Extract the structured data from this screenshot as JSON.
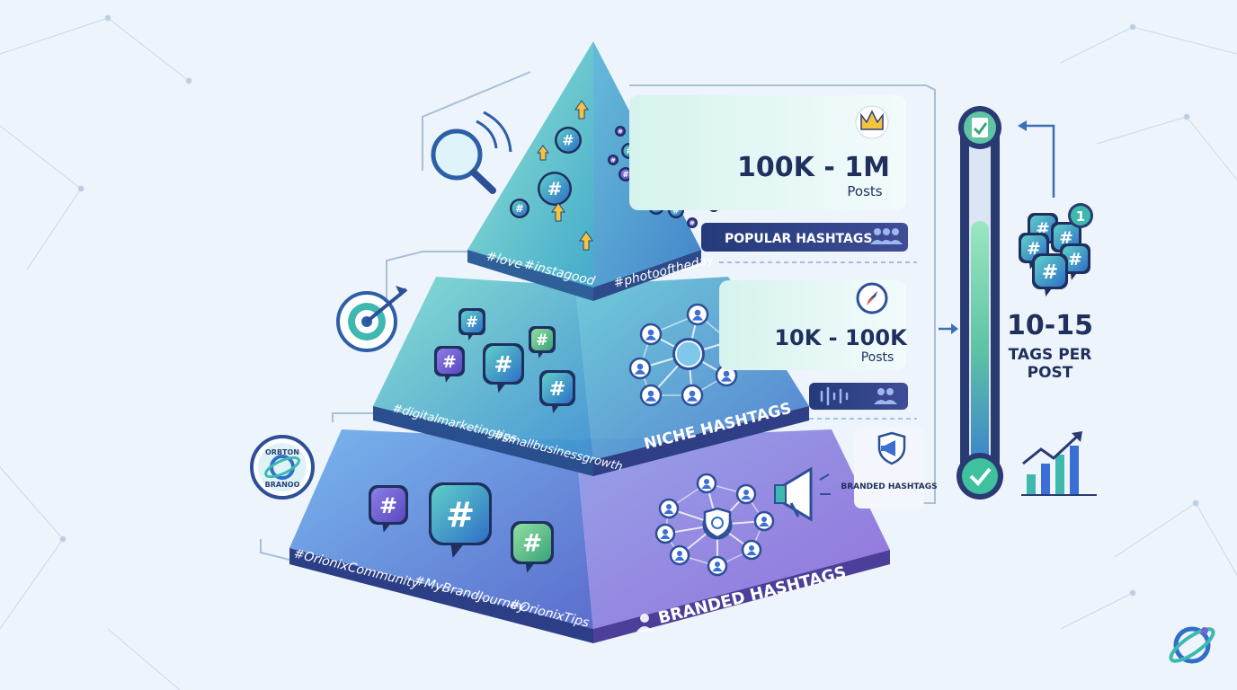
{
  "tiers": [
    {
      "name": "POPULAR HASHTAGS",
      "tags": [
        "#love",
        "#instagood",
        "#photooftheday"
      ],
      "range": "100K - 1M",
      "unit": "Posts",
      "icon": "crown-icon"
    },
    {
      "name": "NICHE HASHTAGS",
      "tags": [
        "#digitalmarketingtips",
        "#smallbusinessgrowth"
      ],
      "range": "10K - 100K",
      "unit": "Posts",
      "icon": "compass-icon"
    },
    {
      "name": "BRANDED HASHTAGS",
      "tags": [
        "#OrionixCommunity",
        "#MyBrandJourney",
        "#OrionixTips"
      ],
      "label": "BRANDED HASHTAGS",
      "icon": "megaphone-shield-icon"
    }
  ],
  "recommendation": {
    "range": "10-15",
    "line1": "TAGS PER",
    "line2": "POST",
    "badge_count": "1"
  },
  "seal": {
    "top": "ORBTON",
    "bottom": "BRANOO"
  },
  "hash_symbol": "#",
  "colors": {
    "teal": "#3fc1b0",
    "blue": "#3b6fd6",
    "purple": "#7b5fd6",
    "navy": "#2a3a72",
    "green": "#7bd68a"
  }
}
